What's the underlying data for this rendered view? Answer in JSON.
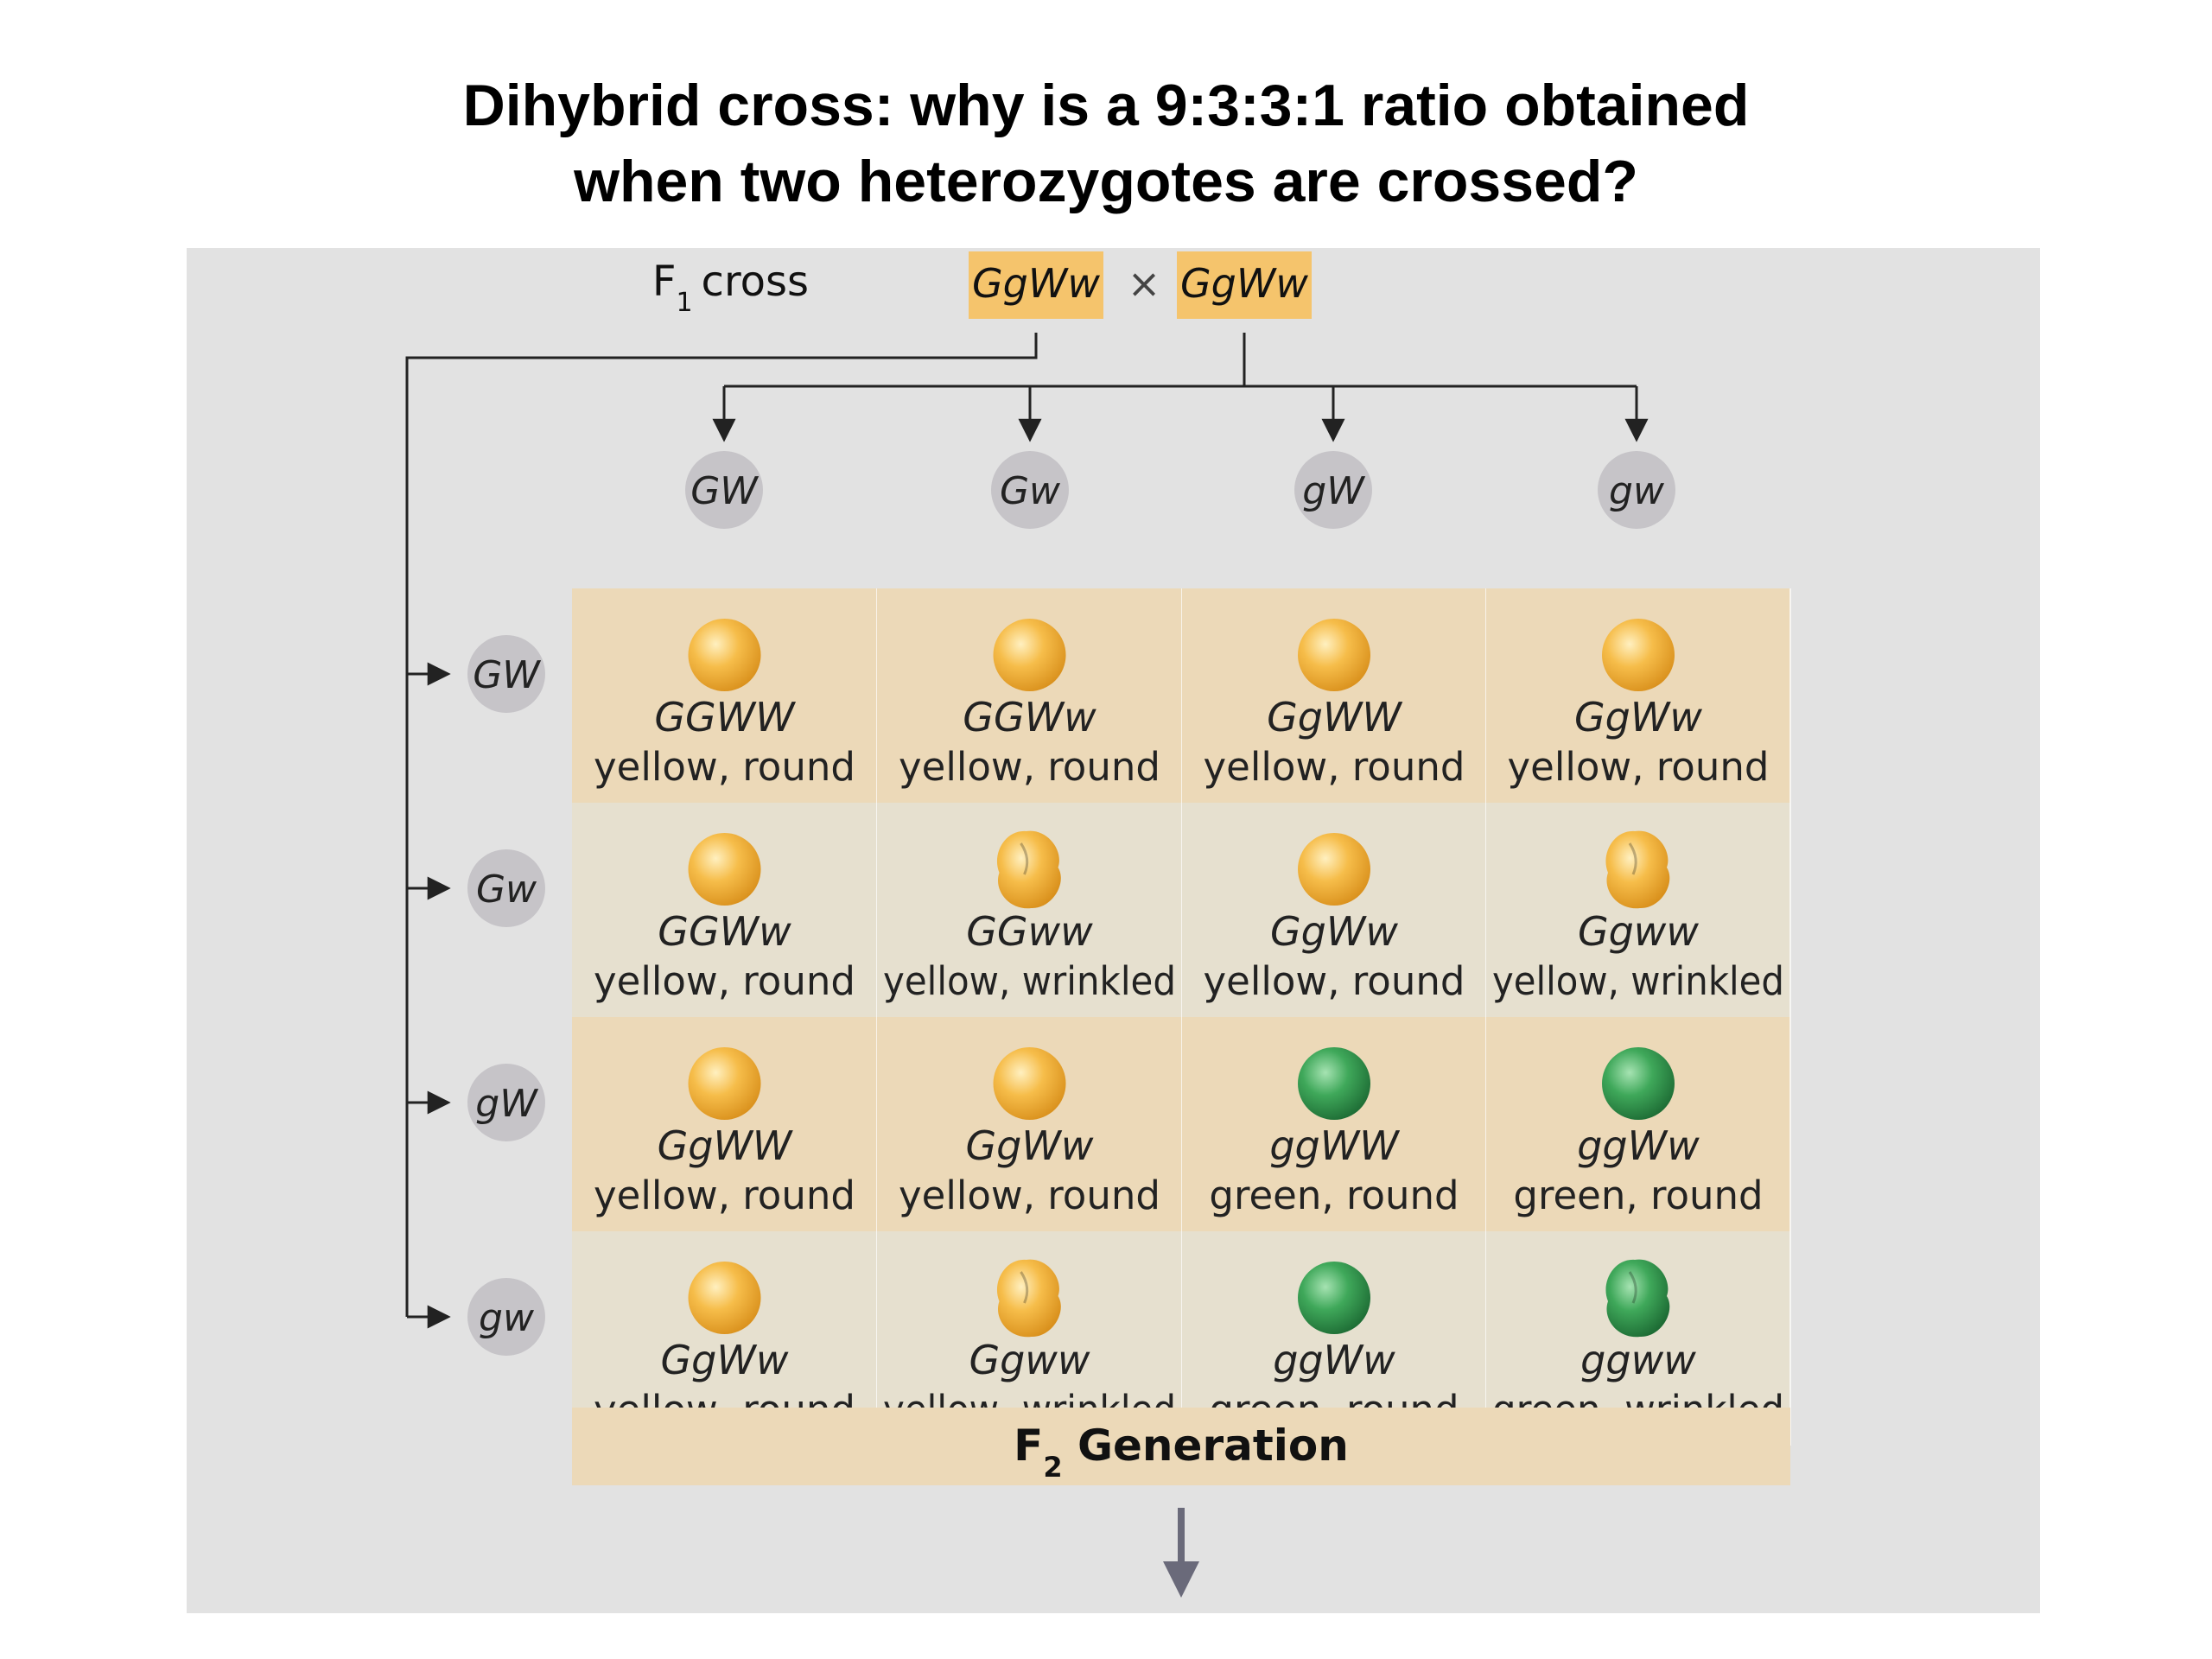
{
  "title": {
    "line1": "Dihybrid cross:  why is a 9:3:3:1 ratio obtained",
    "line2": "when two heterozygotes are crossed?"
  },
  "cross": {
    "label_prefix": "F",
    "label_sub": "1",
    "label_word": "cross",
    "parent_left": "GgWw",
    "times_symbol": "×",
    "parent_right": "GgWw"
  },
  "gametes": {
    "columns": [
      "GW",
      "Gw",
      "gW",
      "gw"
    ],
    "rows": [
      "GW",
      "Gw",
      "gW",
      "gw"
    ]
  },
  "grid": [
    [
      {
        "genotype": "GGWW",
        "phenotype": "yellow, round",
        "color": "yellow",
        "shape": "round"
      },
      {
        "genotype": "GGWw",
        "phenotype": "yellow, round",
        "color": "yellow",
        "shape": "round"
      },
      {
        "genotype": "GgWW",
        "phenotype": "yellow, round",
        "color": "yellow",
        "shape": "round"
      },
      {
        "genotype": "GgWw",
        "phenotype": "yellow, round",
        "color": "yellow",
        "shape": "round"
      }
    ],
    [
      {
        "genotype": "GGWw",
        "phenotype": "yellow, round",
        "color": "yellow",
        "shape": "round"
      },
      {
        "genotype": "GGww",
        "phenotype": "yellow, wrinkled",
        "color": "yellow",
        "shape": "wrinkled"
      },
      {
        "genotype": "GgWw",
        "phenotype": "yellow, round",
        "color": "yellow",
        "shape": "round"
      },
      {
        "genotype": "Ggww",
        "phenotype": "yellow, wrinkled",
        "color": "yellow",
        "shape": "wrinkled"
      }
    ],
    [
      {
        "genotype": "GgWW",
        "phenotype": "yellow, round",
        "color": "yellow",
        "shape": "round"
      },
      {
        "genotype": "GgWw",
        "phenotype": "yellow, round",
        "color": "yellow",
        "shape": "round"
      },
      {
        "genotype": "ggWW",
        "phenotype": "green, round",
        "color": "green",
        "shape": "round"
      },
      {
        "genotype": "ggWw",
        "phenotype": "green, round",
        "color": "green",
        "shape": "round"
      }
    ],
    [
      {
        "genotype": "GgWw",
        "phenotype": "yellow, round",
        "color": "yellow",
        "shape": "round"
      },
      {
        "genotype": "Ggww",
        "phenotype": "yellow, wrinkled",
        "color": "yellow",
        "shape": "wrinkled"
      },
      {
        "genotype": "ggWw",
        "phenotype": "green, round",
        "color": "green",
        "shape": "round"
      },
      {
        "genotype": "ggww",
        "phenotype": "green, wrinkled",
        "color": "green",
        "shape": "wrinkled"
      }
    ]
  ],
  "footer": {
    "label_prefix": "F",
    "label_sub": "2",
    "label_word": " Generation"
  },
  "colors": {
    "panel_background": "#e2e2e2",
    "cell_tan": "#ecd9b8",
    "cell_light": "#e6e0cf",
    "parent_highlight": "#f5c46c",
    "gamete_circle": "#c6c4c8",
    "pea_yellow": "#f3b23e",
    "pea_green": "#3fa85a",
    "line": "#222222"
  }
}
